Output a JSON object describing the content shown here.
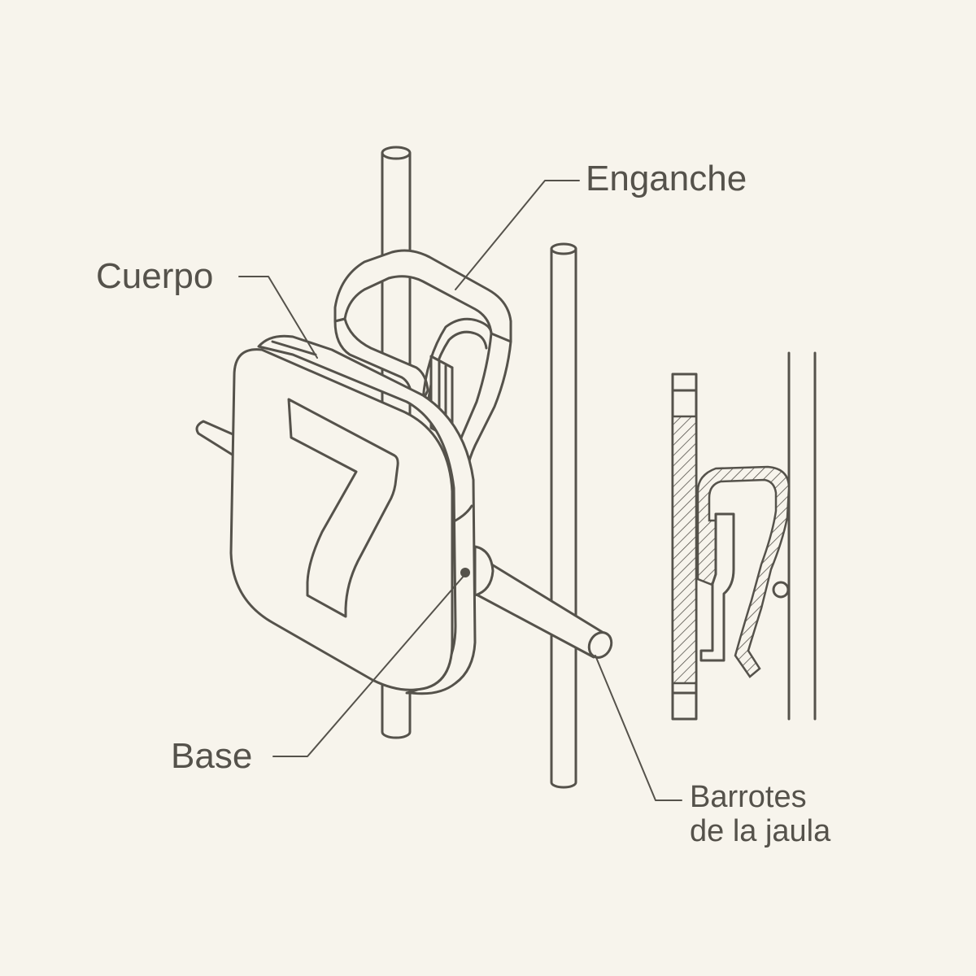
{
  "labels": {
    "enganche": "Enganche",
    "cuerpo": "Cuerpo",
    "base": "Base",
    "barrotes_line1": "Barrotes",
    "barrotes_line2": "de la jaula"
  },
  "tag_number": "7",
  "colors": {
    "background": "#f7f4ec",
    "ink": "#55524b"
  }
}
